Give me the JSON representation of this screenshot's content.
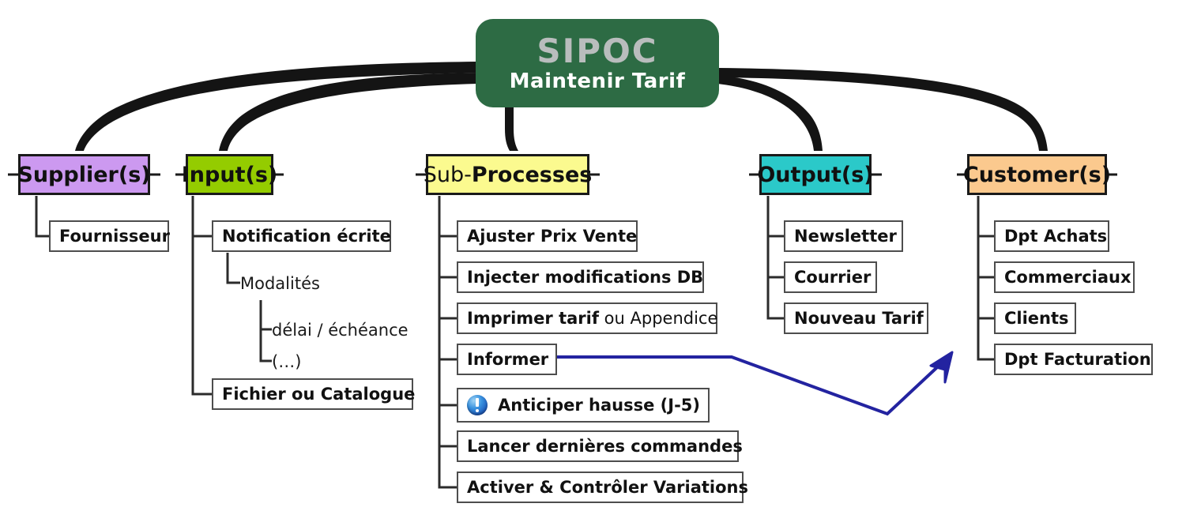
{
  "diagram": {
    "root": {
      "title": "SIPOC",
      "subtitle": "Maintenir Tarif",
      "fill": "#2d6b44",
      "title_color": "#b9bdbd",
      "subtitle_color": "#ffffff"
    },
    "columns": [
      {
        "key": "supplier",
        "header": "Supplier(s)",
        "header_fill": "#cc99f0",
        "items": [
          {
            "text": "Fournisseur",
            "type": "box"
          }
        ]
      },
      {
        "key": "input",
        "header": "Input(s)",
        "header_fill": "#94cc00",
        "items": [
          {
            "text": "Notification écrite",
            "type": "box"
          },
          {
            "text": "Modalités",
            "type": "plain"
          },
          {
            "text": "délai / échéance",
            "type": "plain"
          },
          {
            "text": "(…)",
            "type": "plain"
          },
          {
            "text": "Fichier ou Catalogue",
            "type": "box"
          }
        ]
      },
      {
        "key": "subprocesses",
        "header_bold": "Processes",
        "header_light": "Sub-",
        "header": "Sub-Processes",
        "header_fill": "#fbfa8f",
        "items": [
          {
            "text": "Ajuster Prix Vente",
            "type": "box"
          },
          {
            "text": "Injecter modifications DB",
            "type": "box"
          },
          {
            "text": "Imprimer tarif",
            "text_light": " ou Appendice",
            "type": "box"
          },
          {
            "text": "Informer",
            "type": "box"
          },
          {
            "text": "Anticiper hausse (J-5)",
            "type": "box",
            "icon": "alert-icon"
          },
          {
            "text": "Lancer dernières commandes",
            "type": "box"
          },
          {
            "text": "Activer & Contrôler Variations",
            "type": "box"
          }
        ]
      },
      {
        "key": "output",
        "header": "Output(s)",
        "header_fill": "#2bc9c9",
        "items": [
          {
            "text": "Newsletter",
            "type": "box"
          },
          {
            "text": "Courrier",
            "type": "box"
          },
          {
            "text": "Nouveau Tarif",
            "type": "box"
          }
        ]
      },
      {
        "key": "customer",
        "header": "Customer(s)",
        "header_fill": "#fbc98e",
        "items": [
          {
            "text": "Dpt Achats",
            "type": "box"
          },
          {
            "text": "Commerciaux",
            "type": "box"
          },
          {
            "text": "Clients",
            "type": "box"
          },
          {
            "text": "Dpt Facturation",
            "type": "box"
          }
        ]
      }
    ],
    "flow_arrow": {
      "name": "informer-to-customer-arrow",
      "color": "#2323a0",
      "from": "Informer",
      "to": "Customer(s)"
    },
    "connector_color": "#141414"
  }
}
